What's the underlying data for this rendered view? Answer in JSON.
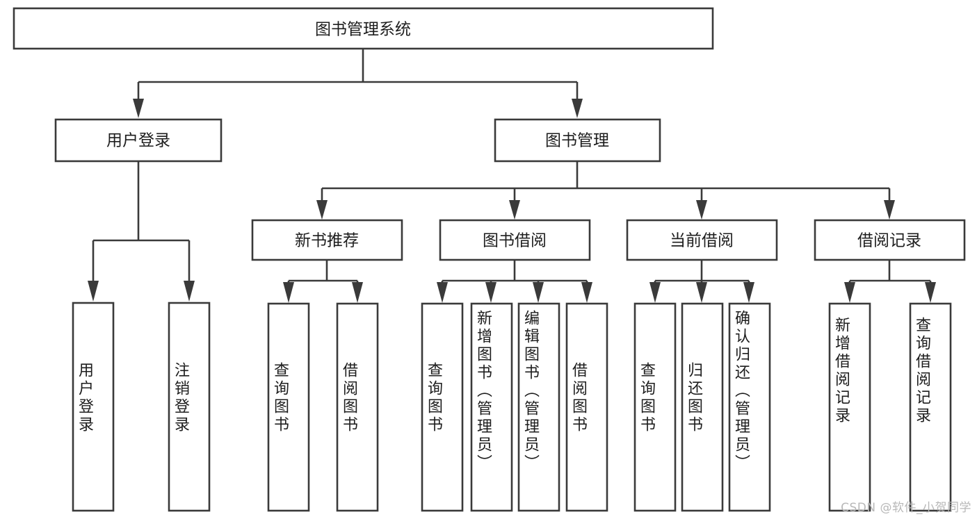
{
  "diagram": {
    "type": "tree-hierarchy",
    "title": "图书管理系统",
    "watermark": "CSDN @软件_小贺同学",
    "colors": {
      "stroke": "#3a3a3a",
      "fill": "#ffffff",
      "text": "#1d1d1d",
      "watermark": "#b8b8b8",
      "background": "#ffffff"
    },
    "levels": {
      "level1": {
        "label": "图书管理系统"
      },
      "level2": [
        {
          "label": "用户登录"
        },
        {
          "label": "图书管理"
        }
      ],
      "level3": [
        {
          "label": "新书推荐"
        },
        {
          "label": "图书借阅"
        },
        {
          "label": "当前借阅"
        },
        {
          "label": "借阅记录"
        }
      ],
      "level4": {
        "user_login_children": [
          {
            "label": "用户登录"
          },
          {
            "label": "注销登录"
          }
        ],
        "new_book_children": [
          {
            "label": "查询图书"
          },
          {
            "label": "借阅图书"
          }
        ],
        "book_borrow_children": [
          {
            "label": "查询图书"
          },
          {
            "label": "新增图书（管理员）"
          },
          {
            "label": "编辑图书（管理员）"
          },
          {
            "label": "借阅图书"
          }
        ],
        "current_borrow_children": [
          {
            "label": "查询图书"
          },
          {
            "label": "归还图书"
          },
          {
            "label": "确认归还（管理员）"
          }
        ],
        "borrow_record_children": [
          {
            "label": "新增借阅记录"
          },
          {
            "label": "查询借阅记录"
          }
        ]
      }
    }
  }
}
